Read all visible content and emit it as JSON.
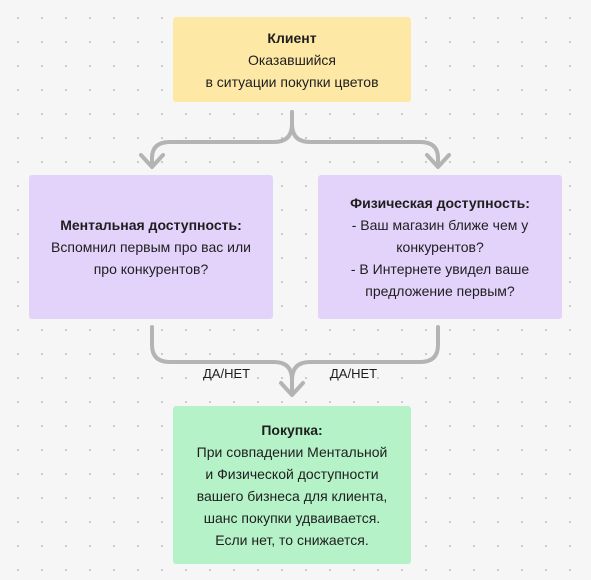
{
  "diagram": {
    "client": {
      "title": "Клиент",
      "lines": [
        "Оказавшийся",
        "в ситуации покупки цветов"
      ],
      "color": "#fde8a6"
    },
    "mental": {
      "title": "Ментальная доступность:",
      "lines": [
        "Вспомнил первым про вас или",
        "про конкурентов?"
      ],
      "color": "#e3d3fb"
    },
    "physical": {
      "title": "Физическая доступность:",
      "lines": [
        "- Ваш магазин ближе чем у",
        "конкурентов?",
        "- В Интернете увидел ваше",
        "предложение первым?"
      ],
      "color": "#e3d3fb"
    },
    "purchase": {
      "title": "Покупка:",
      "lines": [
        "При совпадении Ментальной",
        "и Физической доступности",
        "вашего бизнеса для клиента,",
        "шанс покупки удваивается.",
        "Если нет, то снижается."
      ],
      "color": "#b5f2c8"
    },
    "edge_labels": {
      "left": "ДА/НЕТ",
      "right": "ДА/НЕТ"
    },
    "connector_color": "#b4b4b4"
  }
}
